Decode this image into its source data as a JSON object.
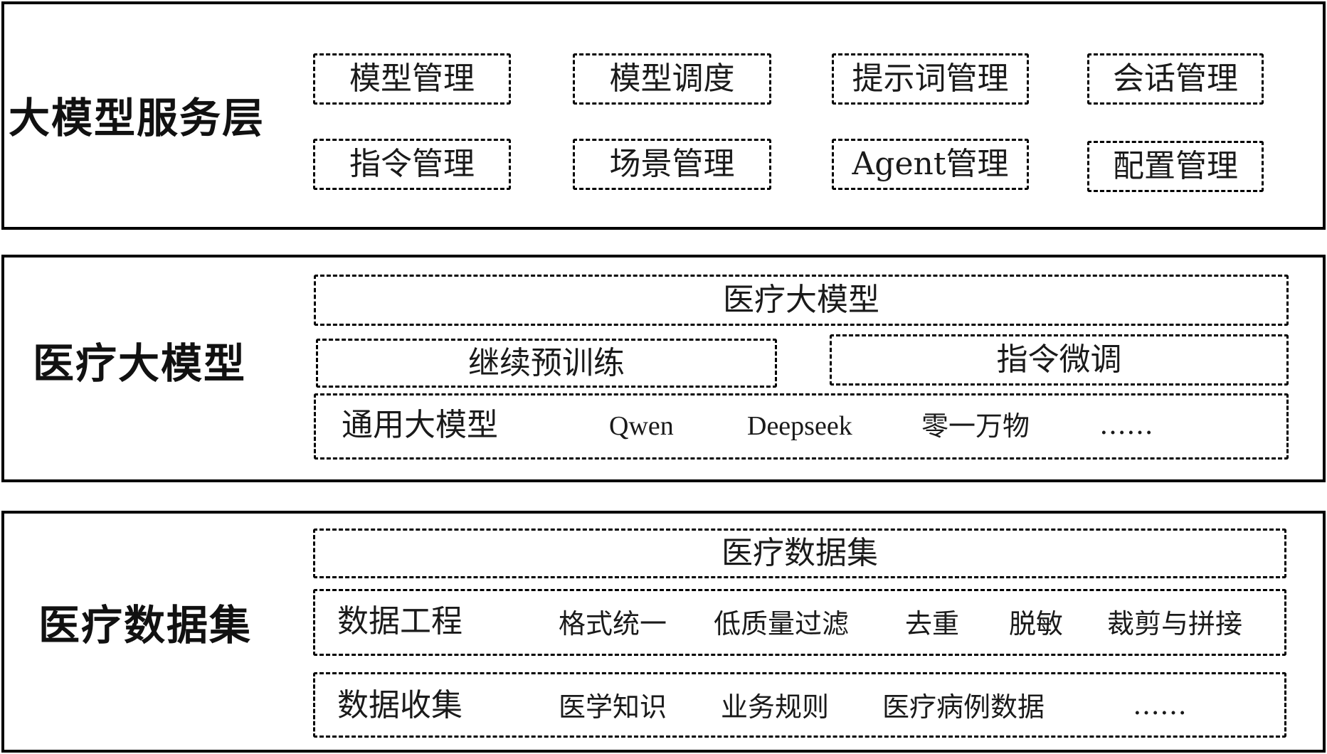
{
  "service_layer": {
    "label": "大模型服务层",
    "modules": [
      "模型管理",
      "模型调度",
      "提示词管理",
      "会话管理",
      "指令管理",
      "场景管理",
      "Agent管理",
      "配置管理"
    ]
  },
  "model_layer": {
    "label": "医疗大模型",
    "top": "医疗大模型",
    "continue_pretrain": "继续预训练",
    "instruction_tuning": "指令微调",
    "general_row": {
      "title": "通用大模型",
      "items": [
        "Qwen",
        "Deepseek",
        "零一万物",
        "……"
      ]
    }
  },
  "data_layer": {
    "label": "医疗数据集",
    "top": "医疗数据集",
    "engineering": {
      "title": "数据工程",
      "items": [
        "格式统一",
        "低质量过滤",
        "去重",
        "脱敏",
        "裁剪与拼接"
      ]
    },
    "collection": {
      "title": "数据收集",
      "items": [
        "医学知识",
        "业务规则",
        "医疗病例数据",
        "……"
      ]
    }
  }
}
